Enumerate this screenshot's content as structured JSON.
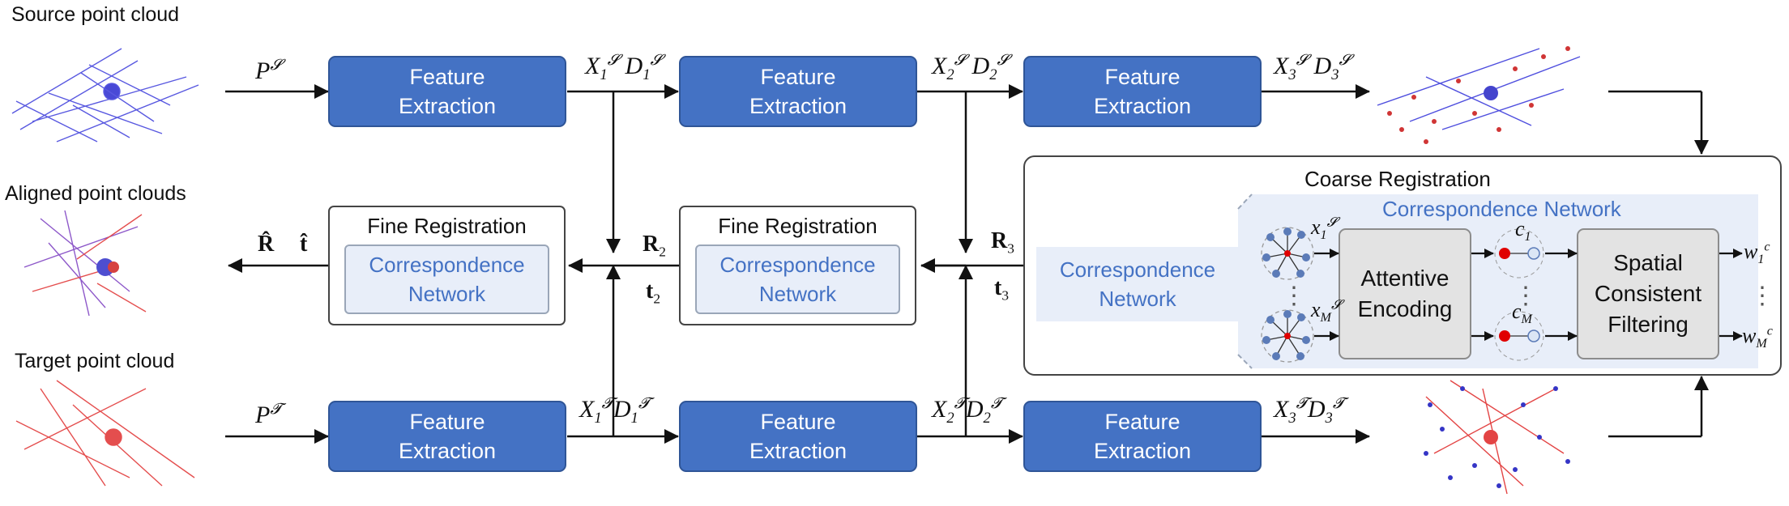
{
  "captions": {
    "source": "Source point cloud",
    "aligned": "Aligned point clouds",
    "target": "Target point cloud"
  },
  "feature_extraction": {
    "line1": "Feature",
    "line2": "Extraction"
  },
  "fine_registration": {
    "title": "Fine Registration",
    "inner_line1": "Correspondence",
    "inner_line2": "Network"
  },
  "coarse_registration": {
    "title": "Coarse Registration",
    "network_title": "Correspondence Network",
    "left_label_line1": "Correspondence",
    "left_label_line2": "Network",
    "attentive_line1": "Attentive",
    "attentive_line2": "Encoding",
    "spatial_line1": "Spatial",
    "spatial_line2": "Consistent",
    "spatial_line3": "Filtering",
    "ellipsis": "⋮"
  },
  "colors": {
    "feature_block": "#4472c4",
    "network_text": "#4472c4",
    "network_bg": "#e8eef9",
    "gray_block": "#e3e3e3",
    "source_points": "#3b3bdb",
    "target_points": "#e03030"
  }
}
